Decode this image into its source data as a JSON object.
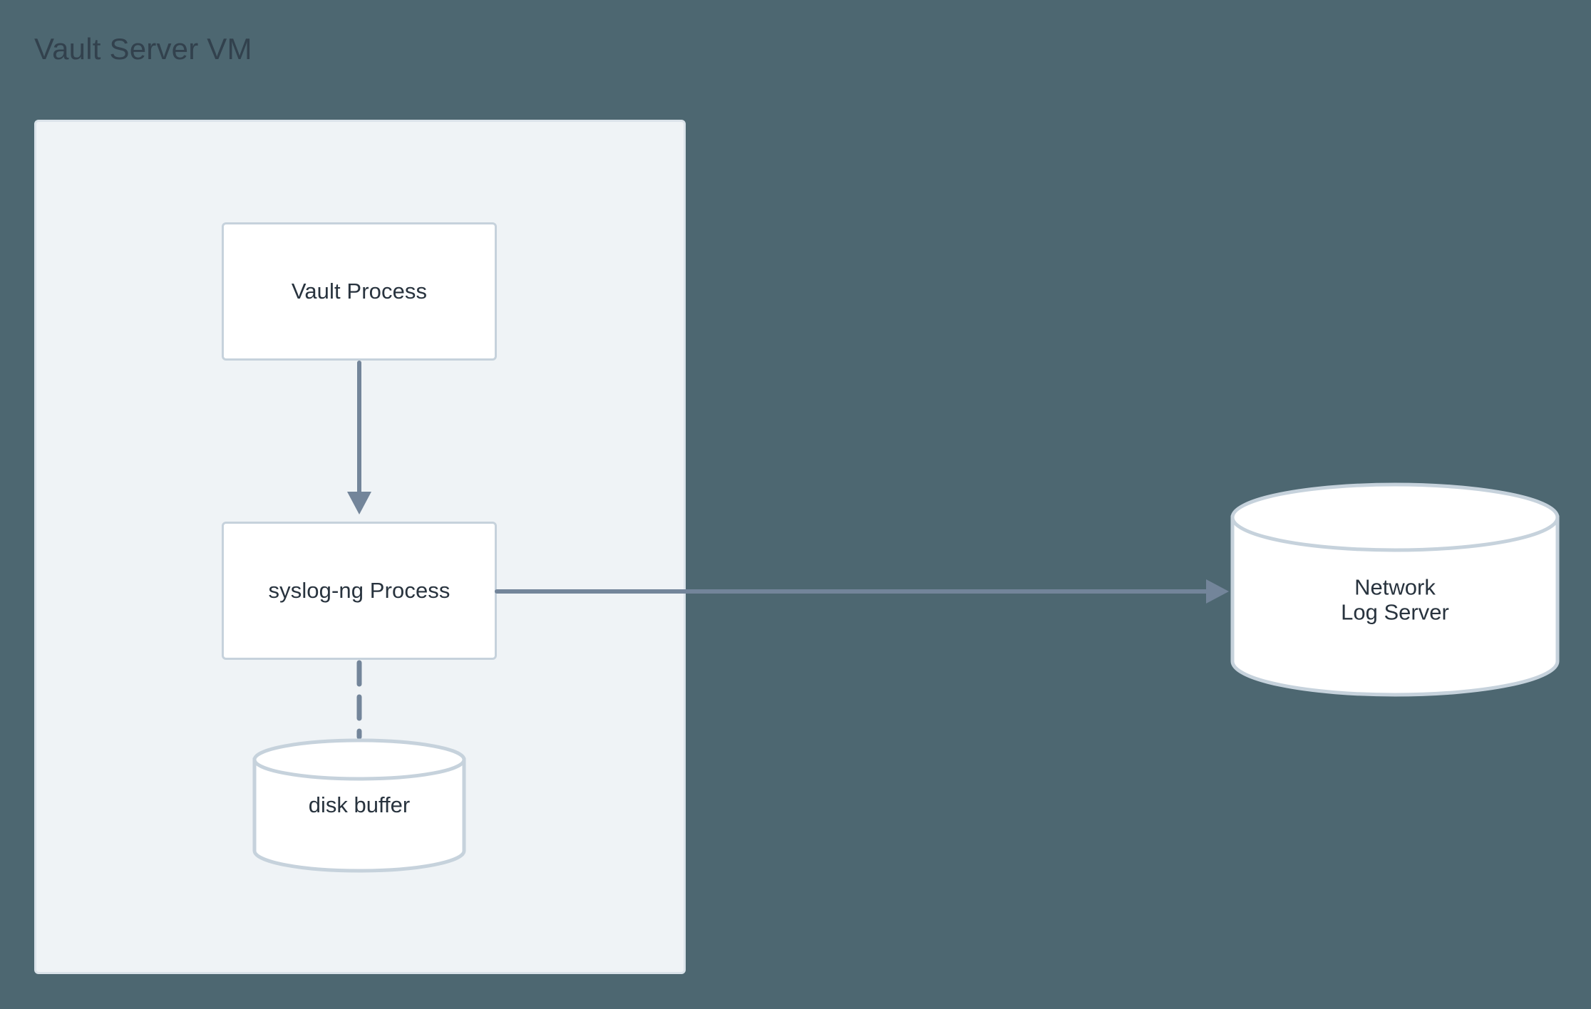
{
  "page": {
    "background_color": "#4d6771",
    "title": "Vault Server VM"
  },
  "container": {
    "name": "vault-server-vm",
    "fill_color": "#eff3f6",
    "border_color": "#dbe3ea"
  },
  "nodes": [
    {
      "id": "vault-process",
      "label": "Vault Process",
      "shape": "rectangle",
      "fill_color": "#ffffff",
      "border_color": "#c6d2dc",
      "text_color": "#28333e"
    },
    {
      "id": "syslog-ng-process",
      "label": "syslog-ng Process",
      "shape": "rectangle",
      "fill_color": "#ffffff",
      "border_color": "#c6d2dc",
      "text_color": "#28333e"
    },
    {
      "id": "disk-buffer",
      "label": "disk buffer",
      "shape": "cylinder",
      "fill_color": "#ffffff",
      "border_color": "#c6d2dc",
      "text_color": "#28333e"
    },
    {
      "id": "network-log-server",
      "label": "Network\nLog Server",
      "shape": "cylinder",
      "fill_color": "#ffffff",
      "border_color": "#c6d2dc",
      "text_color": "#28333e"
    }
  ],
  "edges": [
    {
      "id": "vault-to-syslog",
      "from": "vault-process",
      "to": "syslog-ng-process",
      "style": "solid",
      "direction": "down",
      "arrowhead": true,
      "color": "#73859a"
    },
    {
      "id": "syslog-to-disk",
      "from": "syslog-ng-process",
      "to": "disk-buffer",
      "style": "dashed",
      "direction": "down",
      "arrowhead": false,
      "color": "#73859a"
    },
    {
      "id": "syslog-to-network",
      "from": "syslog-ng-process",
      "to": "network-log-server",
      "style": "solid",
      "direction": "right",
      "arrowhead": true,
      "color": "#73859a"
    }
  ],
  "colors": {
    "background": "#4d6771",
    "container_fill": "#eff3f6",
    "container_border": "#dbe3ea",
    "node_fill": "#ffffff",
    "node_border": "#c6d2dc",
    "text": "#28333e",
    "title_text": "#32414d",
    "connector": "#73859a"
  }
}
